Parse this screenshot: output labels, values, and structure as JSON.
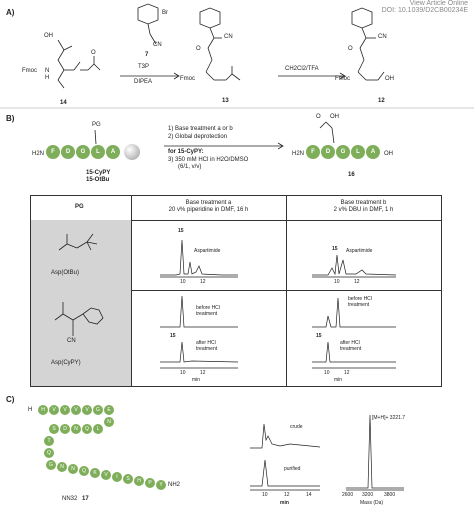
{
  "header": {
    "view_article": "View Article Online",
    "doi": "DOI: 10.1039/D2CB00234E"
  },
  "panel_a": {
    "label": "A)",
    "reagent_number": "7",
    "reagent_br": "Br",
    "reagent_cn": "CN",
    "cond_1": "T3P",
    "cond_2": "DIPEA",
    "cond_3": "CH2Cl2/TFA",
    "cpd_14": "14",
    "cpd_13": "13",
    "cpd_12": "12",
    "fmoc_1": "Fmoc",
    "fmoc_2": "Fmoc",
    "fmoc_3": "Fmoc",
    "nh": "N",
    "h": "H",
    "oh": "OH",
    "o": "O",
    "cn": "CN"
  },
  "panel_b": {
    "label": "B)",
    "pg": "PG",
    "h2n": "H2N",
    "oh": "OH",
    "beads": [
      "F",
      "D",
      "G",
      "L",
      "A"
    ],
    "beads_product": [
      "F",
      "D",
      "G",
      "L",
      "A"
    ],
    "step_1": "1) Base treatment a or b",
    "step_2": "2) Global deprotection",
    "step_for": "for 15-CyPY:",
    "step_3": "3) 350 mM HCl in H2O/DMSO",
    "step_3b": "(6/1, v/v)",
    "cpd_15a": "15-CyPY",
    "cpd_15b": "15-OtBu",
    "cpd_16": "16",
    "table": {
      "col_pg": "PG",
      "col_a": "Base treatment a",
      "col_a2": "20 v% piperidine in DMF, 16 h",
      "col_b": "Base treatment b",
      "col_b2": "2 v% DBU in DMF, 1 h",
      "row1_label": "Asp(OtBu)",
      "row2_label": "Asp(CyPY)",
      "aspartimide_a": "Aspartimide",
      "aspartimide_b": "Aspartimide",
      "peak_15_a": "15",
      "peak_15_b": "15",
      "peak_15_c": "15",
      "peak_15_d": "15",
      "before_a": "before HCl",
      "before_a2": "treatment",
      "after_a": "after HCl",
      "after_a2": "treatment",
      "before_b": "before HCl",
      "before_b2": "treatment",
      "after_b": "after HCl",
      "after_b2": "treatment",
      "ticks": [
        "10",
        "12"
      ],
      "min": "min"
    }
  },
  "panel_c": {
    "label": "C)",
    "h": "H",
    "nh2": "NH2",
    "name": "NN32",
    "number": "17",
    "row1": [
      "H",
      "V",
      "V",
      "V",
      "V",
      "G",
      "E"
    ],
    "row2": [
      "N",
      "L",
      "Q",
      "N",
      "D",
      "S"
    ],
    "row3": [
      "T",
      "Q"
    ],
    "row4": [
      "G",
      "N",
      "N",
      "Q",
      "K",
      "V",
      "I",
      "S",
      "H",
      "P",
      "Y"
    ],
    "crude": "crude",
    "purified": "purified",
    "lc_ticks": [
      "10",
      "12",
      "14"
    ],
    "lc_min": "min",
    "ms_peak": "[M+H]+ 3221.7",
    "ms_ticks": [
      "2600",
      "3200",
      "3800"
    ],
    "ms_axis": "Mass (Da)"
  }
}
